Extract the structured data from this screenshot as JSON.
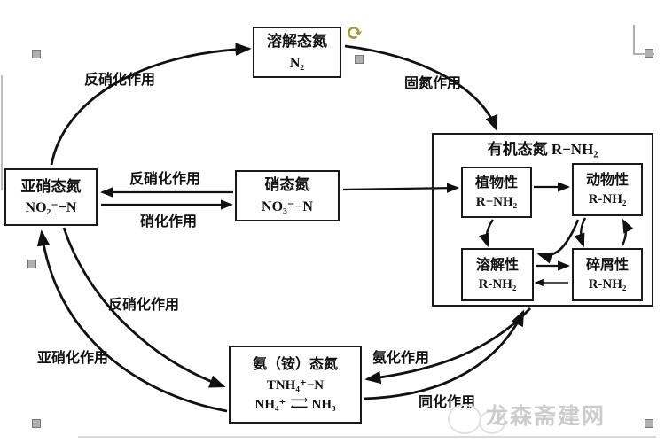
{
  "diagram": {
    "boxes": {
      "n2": {
        "title": "溶解态氮",
        "formula": "N₂"
      },
      "nitrite": {
        "title": "亚硝态氮",
        "formula": "NO₂⁻−N"
      },
      "nitrate": {
        "title": "硝态氮",
        "formula": "NO₃⁻−N"
      },
      "organic": {
        "title": "有机态氮 R−NH₂"
      },
      "plant": {
        "title": "植物性",
        "formula": "R−NH₂"
      },
      "animal": {
        "title": "动物性",
        "formula": "R-NH₂"
      },
      "dissolved_organic": {
        "title": "溶解性",
        "formula": "R-NH₂"
      },
      "detrital": {
        "title": "碎屑性",
        "formula": "R-NH₂"
      },
      "ammonium": {
        "title": "氨（铵）态氮",
        "formula": "TNH₄⁺−N",
        "eq_left": "NH₄⁺",
        "eq_right": "NH₃"
      }
    },
    "labels": {
      "denitrification_top": "反硝化作用",
      "nitrogen_fixation": "固氮作用",
      "denitrification_mid": "反硝化作用",
      "nitrification": "硝化作用",
      "denitrification_lower": "反硝化作用",
      "nitrosation": "亚硝化作用",
      "ammonification": "氨化作用",
      "assimilation": "同化作用"
    },
    "watermark": "龙森斋建网",
    "icons": {
      "rotation_handle": "⟳",
      "eq_arrow_right": "⟶",
      "eq_arrow_left": "⟵"
    },
    "colors": {
      "line": "#1a1a1a",
      "watermark": "#cccccc",
      "rotation_handle": "#a09a3e",
      "selection_handle": "#b0b0b0"
    }
  }
}
